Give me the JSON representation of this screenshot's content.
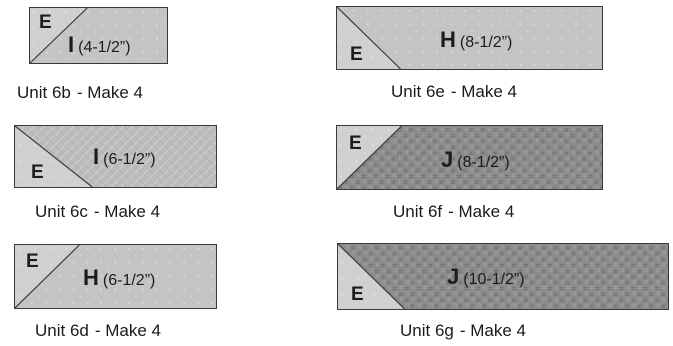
{
  "units": [
    {
      "id": "6b",
      "caption_name": "Unit 6b",
      "caption_make": "- Make 4",
      "corner_label": "E",
      "piece_letter": "I",
      "piece_size": "(4-1/2”)"
    },
    {
      "id": "6c",
      "caption_name": "Unit 6c",
      "caption_make": "- Make 4",
      "corner_label": "E",
      "piece_letter": "I",
      "piece_size": "(6-1/2”)"
    },
    {
      "id": "6d",
      "caption_name": "Unit 6d",
      "caption_make": "- Make 4",
      "corner_label": "E",
      "piece_letter": "H",
      "piece_size": "(6-1/2”)"
    },
    {
      "id": "6e",
      "caption_name": "Unit 6e",
      "caption_make": "- Make 4",
      "corner_label": "E",
      "piece_letter": "H",
      "piece_size": "(8-1/2”)"
    },
    {
      "id": "6f",
      "caption_name": "Unit 6f",
      "caption_make": "- Make 4",
      "corner_label": "E",
      "piece_letter": "J",
      "piece_size": "(8-1/2”)"
    },
    {
      "id": "6g",
      "caption_name": "Unit 6g",
      "caption_make": "- Make 4",
      "corner_label": "E",
      "piece_letter": "J",
      "piece_size": "(10-1/2”)"
    }
  ],
  "colors": {
    "fabric_light": "#c8c8c8",
    "fabric_medium": "#b4b4b4",
    "fabric_dark": "#8a8a8a",
    "outline": "#3a3a3a",
    "text": "#1c1c1c"
  }
}
